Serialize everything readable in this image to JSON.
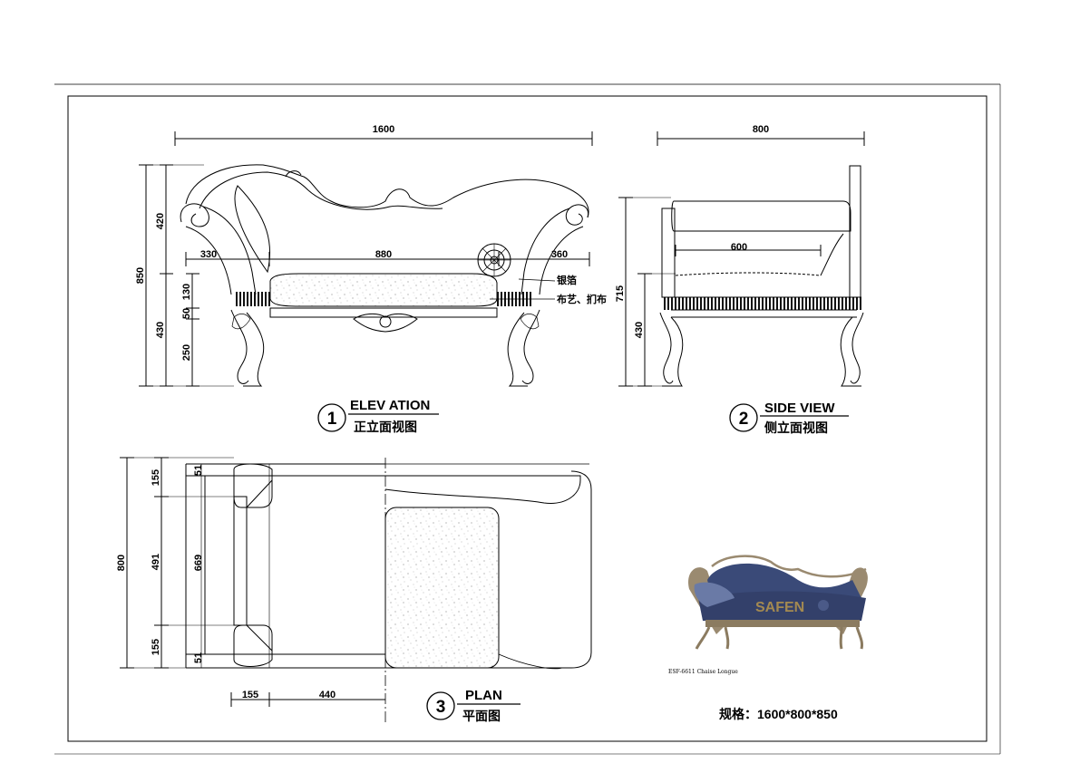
{
  "views": {
    "elevation": {
      "number": "1",
      "title_en": "ELEV ATION",
      "title_zh": "正立面视图",
      "dims": {
        "total_width": "1600",
        "left_arm": "330",
        "seat": "880",
        "right_arm": "360",
        "total_height": "850",
        "back": "420",
        "cushion": "130",
        "frame": "50",
        "leg": "250",
        "seat_height": "430"
      },
      "notes": {
        "gilt": "银箔",
        "fabric": "布艺、扪布"
      }
    },
    "side": {
      "number": "2",
      "title_en": "SIDE VIEW",
      "title_zh": "侧立面视图",
      "dims": {
        "depth": "800",
        "seat_depth": "600",
        "height": "715",
        "seat_height": "430"
      }
    },
    "plan": {
      "number": "3",
      "title_en": "PLAN",
      "title_zh": "平面图",
      "dims": {
        "depth": "800",
        "arm_top": "155",
        "seat": "491",
        "arm_bottom": "155",
        "inner": "669",
        "edge_top": "51",
        "edge_bottom": "51",
        "arm_width": "155",
        "half_seat": "440"
      }
    }
  },
  "photo": {
    "brand": "SAFEN",
    "caption": "ESF-6611  Chaise Longue",
    "colors": {
      "upholstery": "#3a4a78",
      "frame": "#9a8a70"
    }
  },
  "spec": "规格：1600*800*850"
}
